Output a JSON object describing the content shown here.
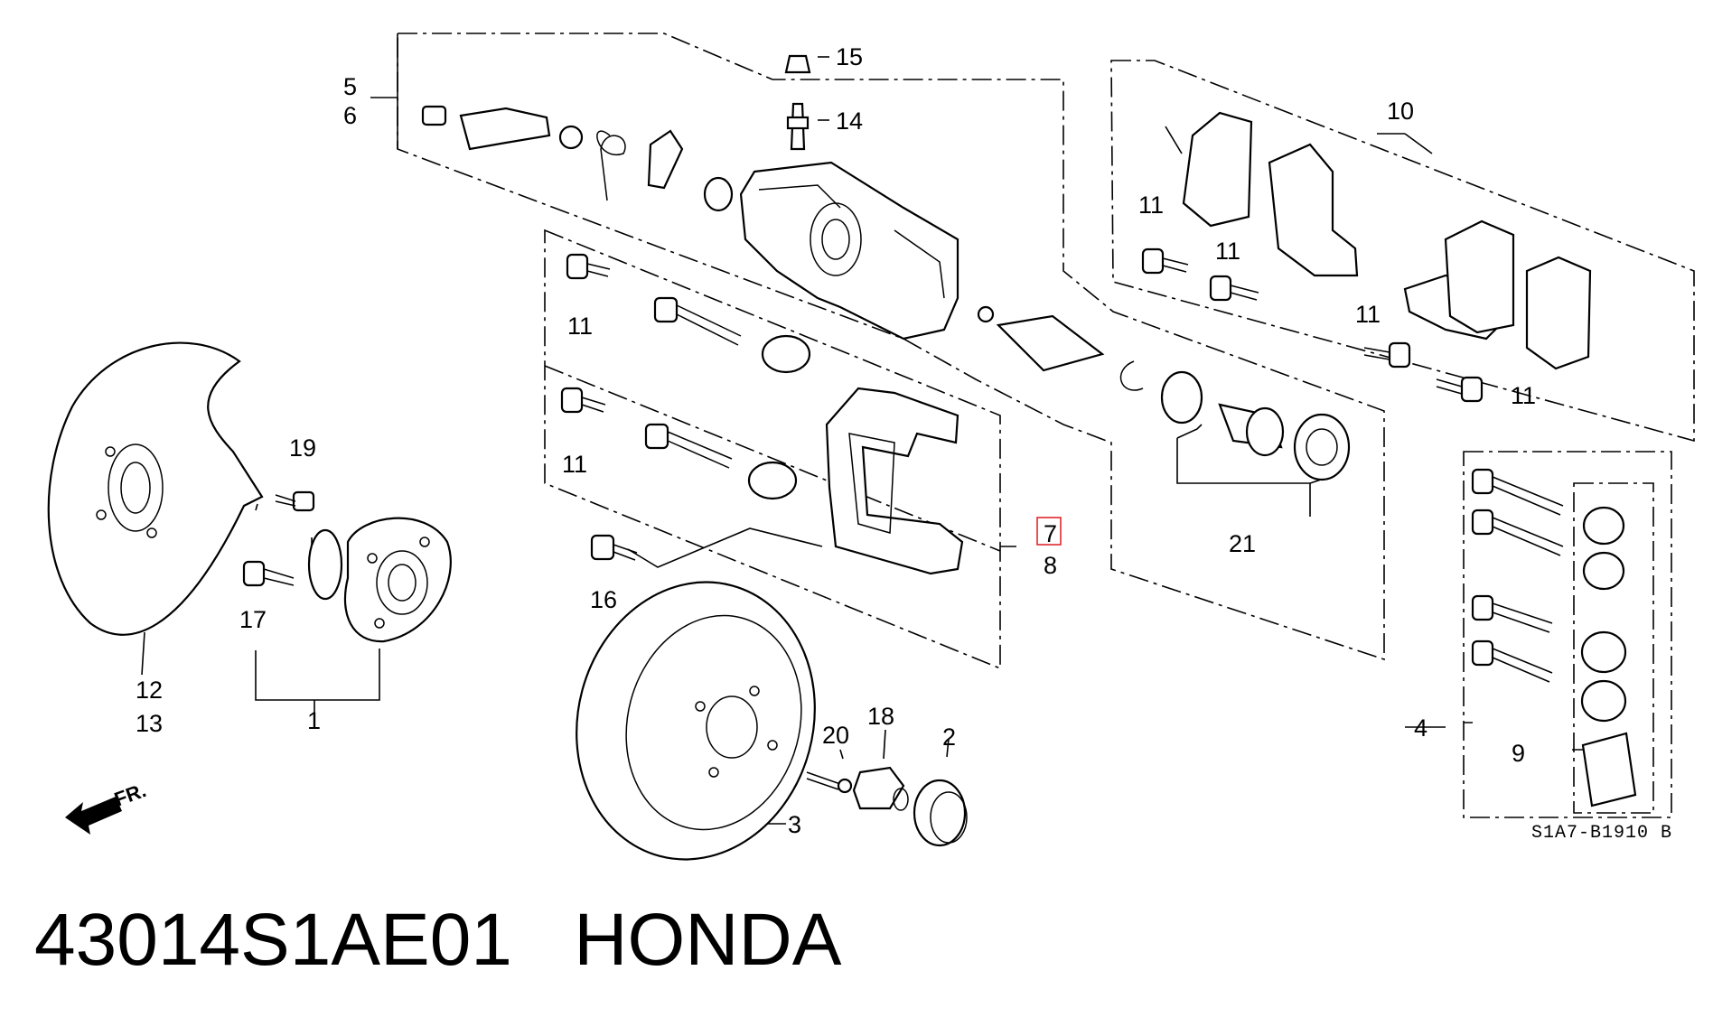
{
  "diagram_code": "S1A7-B1910 B",
  "direction_label": "FR.",
  "callouts": {
    "c1": "1",
    "c2": "2",
    "c3": "3",
    "c4": "4",
    "c5": "5",
    "c6": "6",
    "c7": "7",
    "c8": "8",
    "c9": "9",
    "c10": "10",
    "c11a": "11",
    "c11b": "11",
    "c11c": "11",
    "c11d": "11",
    "c11e": "11",
    "c11f": "11",
    "c12": "12",
    "c13": "13",
    "c14": "14",
    "c15": "15",
    "c16": "16",
    "c17": "17",
    "c18": "18",
    "c19": "19",
    "c20": "20",
    "c21": "21"
  },
  "footer": {
    "part_number": "43014S1AE01",
    "brand": "HONDA"
  },
  "colors": {
    "highlight": "#e0282c",
    "ink": "#000000",
    "background": "#ffffff"
  }
}
